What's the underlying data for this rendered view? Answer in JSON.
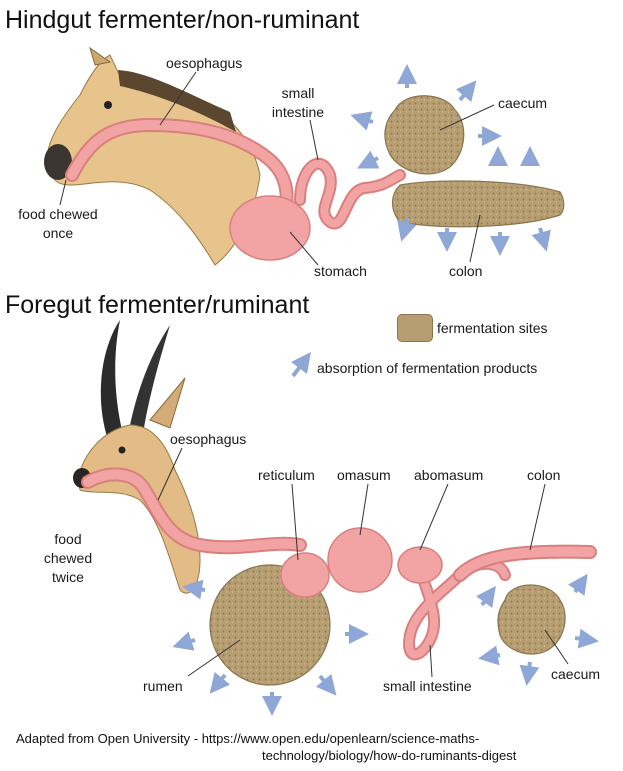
{
  "hindgut": {
    "title": "Hindgut fermenter/non-ruminant",
    "labels": {
      "oesophagus": "oesophagus",
      "small_intestine_1": "small",
      "small_intestine_2": "intestine",
      "caecum": "caecum",
      "food_1": "food chewed",
      "food_2": "once",
      "stomach": "stomach",
      "colon": "colon"
    }
  },
  "foregut": {
    "title": "Foregut fermenter/ruminant",
    "labels": {
      "oesophagus": "oesophagus",
      "reticulum": "reticulum",
      "omasum": "omasum",
      "abomasum": "abomasum",
      "colon": "colon",
      "food_1": "food",
      "food_2": "chewed",
      "food_3": "twice",
      "rumen": "rumen",
      "small_intestine": "small intestine",
      "caecum": "caecum"
    }
  },
  "legend": {
    "fermentation": "fermentation sites",
    "absorption": "absorption of fermentation products"
  },
  "credit": {
    "line1": "Adapted from Open University - https://www.open.edu/openlearn/science-maths-",
    "line2": "technology/biology/how-do-ruminants-digest"
  },
  "colors": {
    "gut": "#f2a3a3",
    "gut_stroke": "#d9807f",
    "fermentation": "#b79e72",
    "arrow": "#8fa7d6"
  }
}
